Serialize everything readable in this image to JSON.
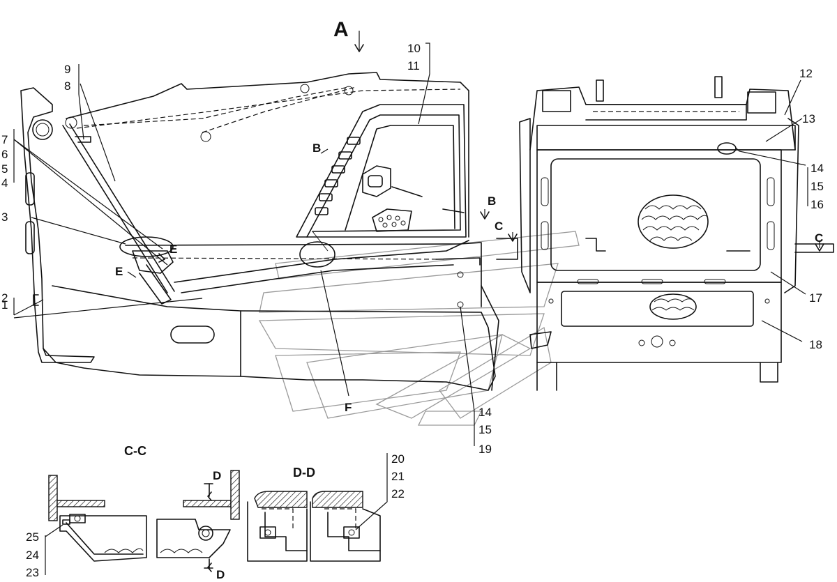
{
  "view_labels": {
    "A": "A",
    "B1": "B",
    "B2": "B",
    "C1": "C",
    "C2": "C",
    "E1": "E",
    "E2": "E",
    "F": "F",
    "D1": "D",
    "D2": "D"
  },
  "section_titles": {
    "cc": "C-C",
    "dd": "D-D"
  },
  "callouts": {
    "n1": "1",
    "n2": "2",
    "n3": "3",
    "n4": "4",
    "n5": "5",
    "n6": "6",
    "n7": "7",
    "n8": "8",
    "n9": "9",
    "n10": "10",
    "n11": "11",
    "n12": "12",
    "n13": "13",
    "n14a": "14",
    "n15a": "15",
    "n16": "16",
    "n17": "17",
    "n18": "18",
    "n14b": "14",
    "n15b": "15",
    "n19": "19",
    "n20": "20",
    "n21": "21",
    "n22": "22",
    "n23": "23",
    "n24": "24",
    "n25": "25"
  }
}
